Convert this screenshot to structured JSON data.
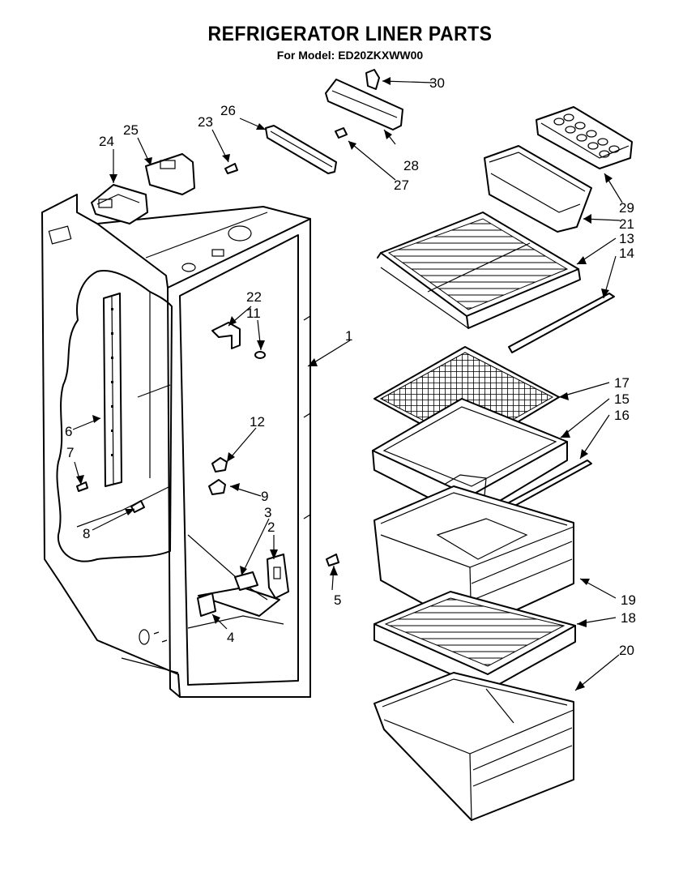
{
  "header": {
    "title": "REFRIGERATOR LINER PARTS",
    "subtitle": "For Model: ED20ZKXWW00"
  },
  "parts": {
    "p1": "1",
    "p2": "2",
    "p3": "3",
    "p4": "4",
    "p5": "5",
    "p6": "6",
    "p7": "7",
    "p8": "8",
    "p9": "9",
    "p11": "11",
    "p12": "12",
    "p13": "13",
    "p14": "14",
    "p15": "15",
    "p16": "16",
    "p17": "17",
    "p18": "18",
    "p19": "19",
    "p20": "20",
    "p21": "21",
    "p22": "22",
    "p23": "23",
    "p24": "24",
    "p25": "25",
    "p26": "26",
    "p27": "27",
    "p28": "28",
    "p29": "29",
    "p30": "30"
  }
}
